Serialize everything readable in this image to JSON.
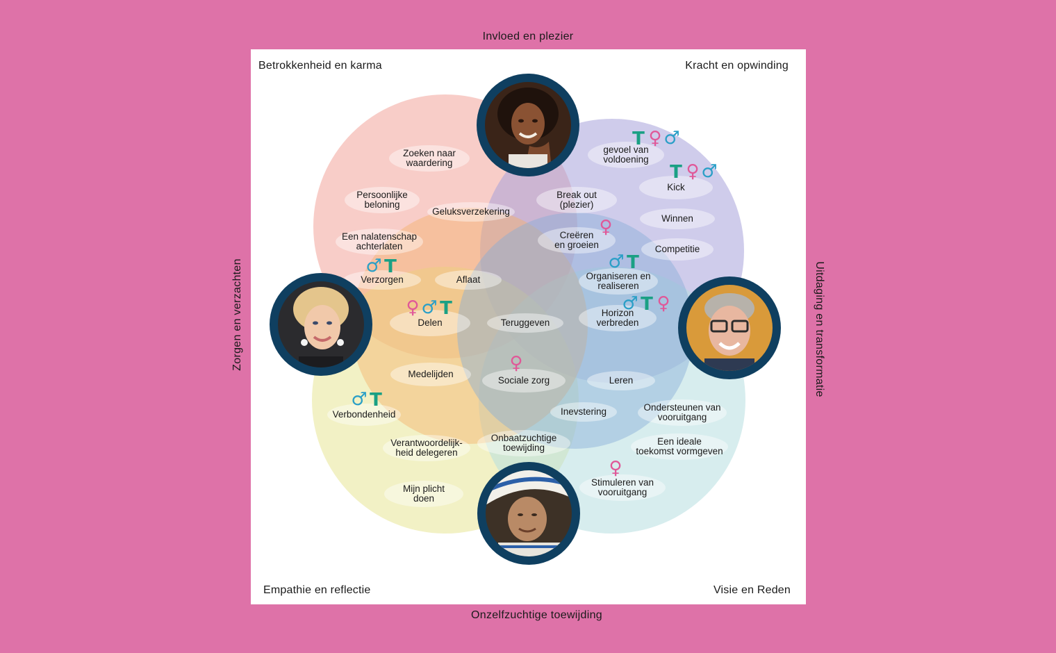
{
  "axes": {
    "top": "Invloed en plezier",
    "bottom": "Onzelfzuchtige toewijding",
    "left": "Zorgen en verzachten",
    "right": "Uitdaging en transformatie"
  },
  "corners": {
    "top_left": "Betrokkenheid en karma",
    "top_right": "Kracht en opwinding",
    "bottom_left": "Empathie en reflectie",
    "bottom_right": "Visie en Reden"
  },
  "colors": {
    "background": "#de72a8",
    "circle_top_left": "#f3a49a",
    "circle_top_right": "#a7a3da",
    "circle_center_left": "#f4b26a",
    "circle_center_right": "#88add8",
    "circle_bottom_left": "#e8e596",
    "circle_bottom_right": "#b7dfe0",
    "portrait_ring": "#0f3f60",
    "symbol_female": "#e05898",
    "symbol_male": "#2a9fc7",
    "symbol_t": "#1aa084"
  },
  "portraits": [
    "portrait-top",
    "portrait-left",
    "portrait-right",
    "portrait-bottom"
  ],
  "labels": [
    {
      "text": "Zoeken naar\nwaardering",
      "symbols": []
    },
    {
      "text": "Persoonlijke\nbeloning",
      "symbols": []
    },
    {
      "text": "Geluksverzekering",
      "symbols": []
    },
    {
      "text": "Een nalatenschap\nachterlaten",
      "symbols": []
    },
    {
      "text": "Verzorgen",
      "symbols": [
        "male",
        "t"
      ]
    },
    {
      "text": "Aflaat",
      "symbols": []
    },
    {
      "text": "Delen",
      "symbols": [
        "female",
        "male",
        "t"
      ]
    },
    {
      "text": "Teruggeven",
      "symbols": []
    },
    {
      "text": "Medelijden",
      "symbols": []
    },
    {
      "text": "Sociale zorg",
      "symbols": [
        "female"
      ]
    },
    {
      "text": "gevoel van\nvoldoening",
      "symbols": [
        "t",
        "female",
        "male"
      ]
    },
    {
      "text": "Kick",
      "symbols": [
        "t",
        "female",
        "male"
      ]
    },
    {
      "text": "Winnen",
      "symbols": []
    },
    {
      "text": "Competitie",
      "symbols": []
    },
    {
      "text": "Break out\n(plezier)",
      "symbols": []
    },
    {
      "text": "Creëren\nen groeien",
      "symbols": [
        "female"
      ]
    },
    {
      "text": "Organiseren en\nrealiseren",
      "symbols": [
        "male",
        "t"
      ]
    },
    {
      "text": "Horizon\nverbreden",
      "symbols": [
        "male",
        "t",
        "female"
      ]
    },
    {
      "text": "Leren",
      "symbols": []
    },
    {
      "text": "Verbondenheid",
      "symbols": [
        "male",
        "t"
      ]
    },
    {
      "text": "Verantwoordelijk-\nheid delegeren",
      "symbols": []
    },
    {
      "text": "Mijn plicht\ndoen",
      "symbols": []
    },
    {
      "text": "Inevstering",
      "symbols": []
    },
    {
      "text": "Onbaatzuchtige\ntoewijding",
      "symbols": []
    },
    {
      "text": "Ondersteunen van\nvooruitgang",
      "symbols": []
    },
    {
      "text": "Een ideale\ntoekomst vormgeven",
      "symbols": []
    },
    {
      "text": "Stimuleren van\nvooruitgang",
      "symbols": [
        "female"
      ]
    }
  ]
}
